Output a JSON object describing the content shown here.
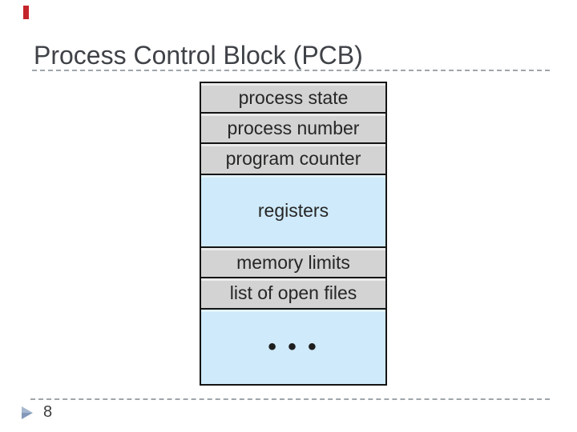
{
  "slide": {
    "title": "Process Control Block (PCB)",
    "page_number": "8"
  },
  "pcb_diagram": {
    "rows": [
      {
        "label": "process state"
      },
      {
        "label": "process number"
      },
      {
        "label": "program counter"
      },
      {
        "label": "registers"
      },
      {
        "label": "memory limits"
      },
      {
        "label": "list of open files"
      },
      {
        "label": "• • •"
      }
    ]
  },
  "colors": {
    "row_gray": "#d3d3d3",
    "row_blue": "#cfeafa",
    "table_border": "#141414",
    "cell_text": "#262626",
    "title_text": "#3f4247",
    "dashed_line": "#9fa6ab",
    "triangle_light": "#a6b8cf",
    "triangle_dark": "#8299ba",
    "red_marker": "#c4242b"
  }
}
